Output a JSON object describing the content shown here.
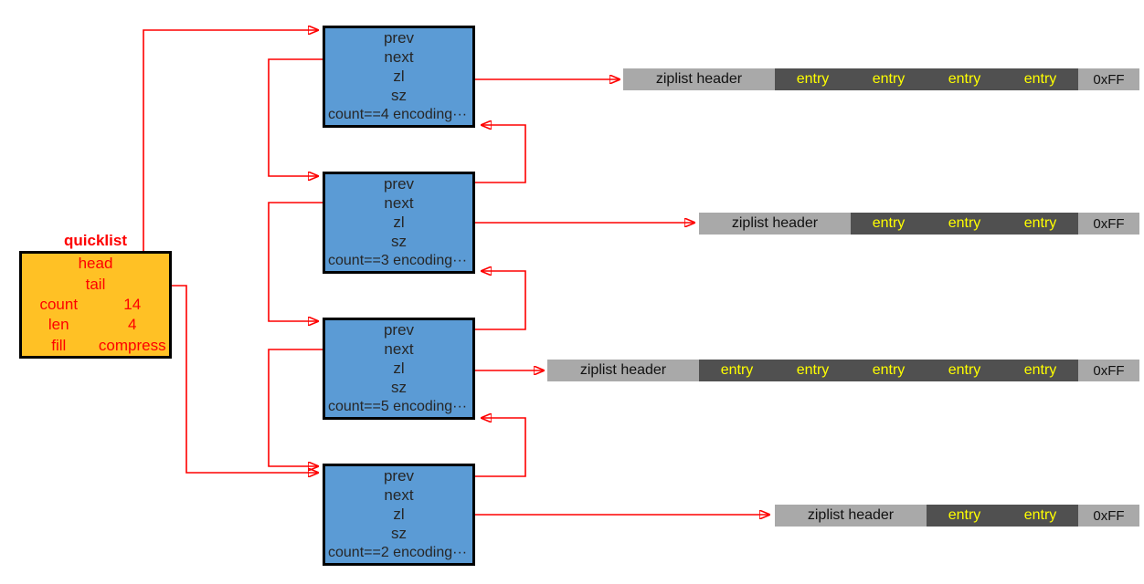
{
  "diagram": {
    "subject": "redis-quicklist-structure"
  },
  "colors": {
    "orange": "#FFC125",
    "blue": "#5B9BD5",
    "red": "#FE0000",
    "dark-gray": "#505050",
    "light-gray": "#A9A9A9",
    "entry-yellow": "#FFFF00",
    "node-text": "#262626",
    "border-black": "#000000"
  },
  "quicklist": {
    "title": "quicklist",
    "fields": {
      "head": "head",
      "tail": "tail",
      "count_label": "count",
      "count_value": "14",
      "len_label": "len",
      "len_value": "4",
      "fill_label": "fill",
      "fill_value": "compress"
    }
  },
  "nodes": [
    {
      "fields": [
        "prev",
        "next",
        "zl",
        "sz",
        "count==4 encoding···"
      ]
    },
    {
      "fields": [
        "prev",
        "next",
        "zl",
        "sz",
        "count==3 encoding···"
      ]
    },
    {
      "fields": [
        "prev",
        "next",
        "zl",
        "sz",
        "count==5 encoding···"
      ]
    },
    {
      "fields": [
        "prev",
        "next",
        "zl",
        "sz",
        "count==2 encoding···"
      ]
    }
  ],
  "ziplists": [
    {
      "header": "ziplist header",
      "entries": [
        "entry",
        "entry",
        "entry",
        "entry"
      ],
      "end": "0xFF"
    },
    {
      "header": "ziplist header",
      "entries": [
        "entry",
        "entry",
        "entry"
      ],
      "end": "0xFF"
    },
    {
      "header": "ziplist header",
      "entries": [
        "entry",
        "entry",
        "entry",
        "entry",
        "entry"
      ],
      "end": "0xFF"
    },
    {
      "header": "ziplist header",
      "entries": [
        "entry",
        "entry"
      ],
      "end": "0xFF"
    }
  ]
}
